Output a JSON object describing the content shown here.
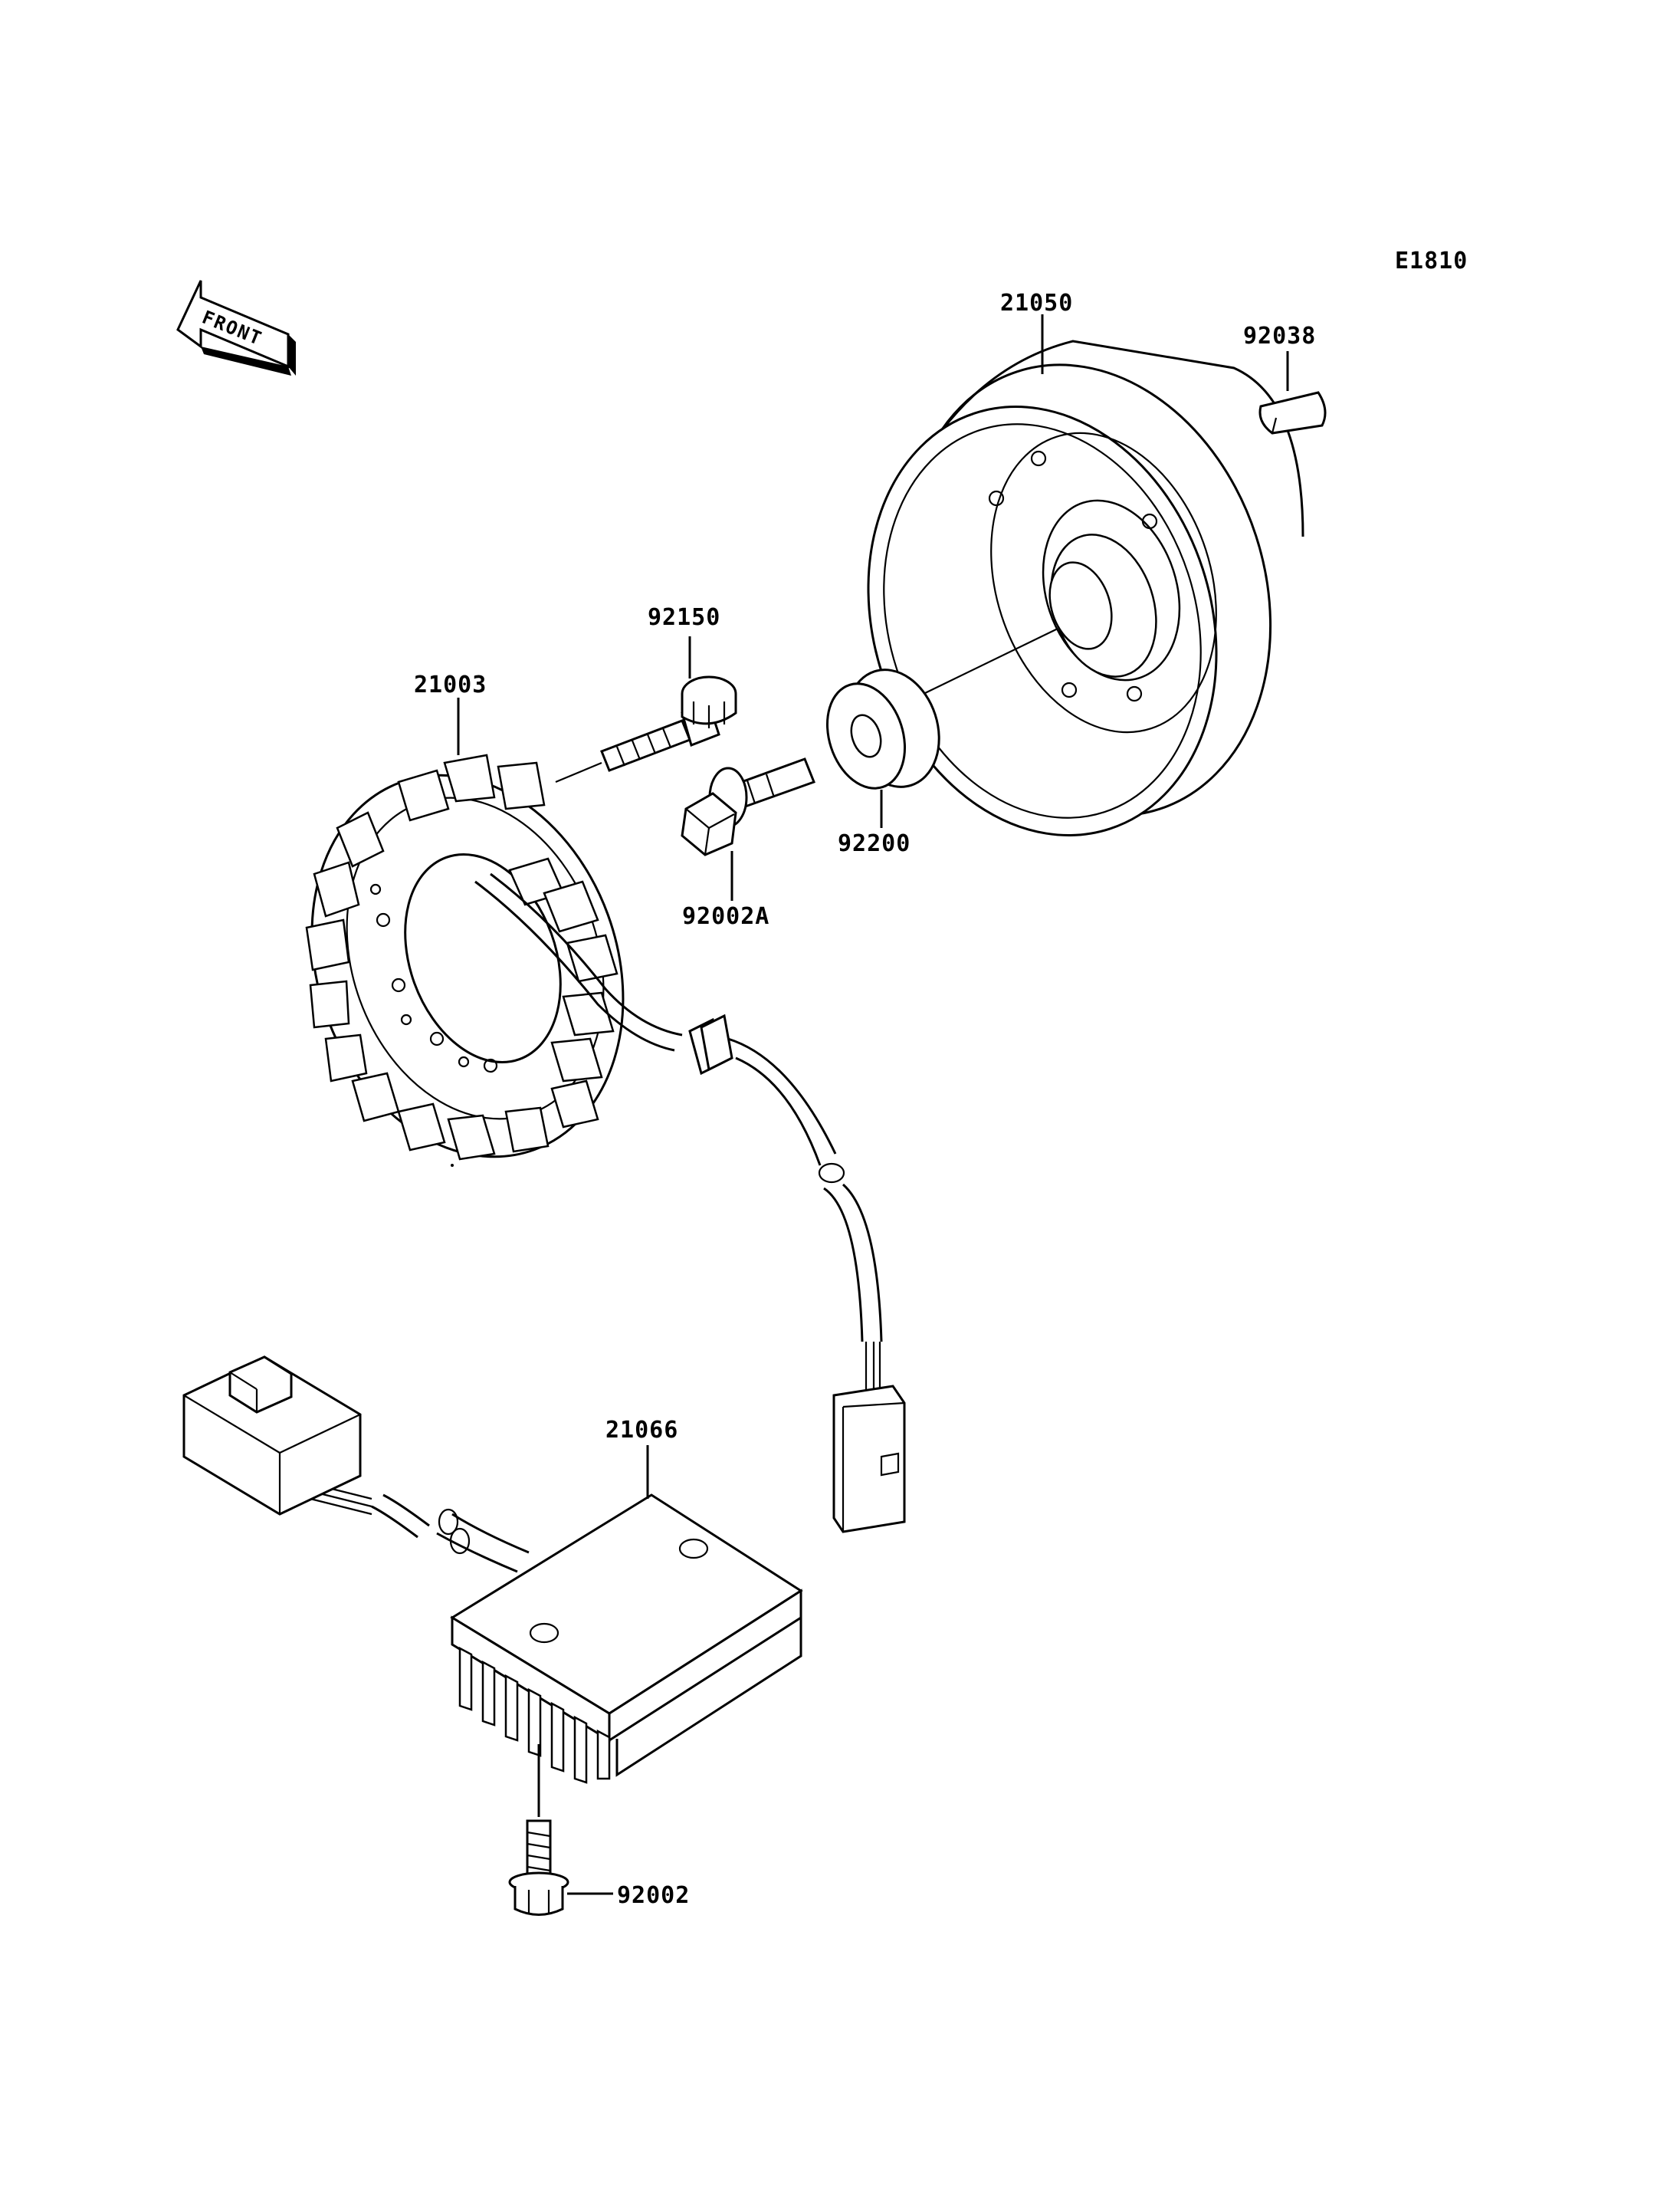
{
  "diagram_code": "E1810",
  "front_arrow_label": "FRONT",
  "parts": [
    {
      "id": "stator",
      "number": "21003"
    },
    {
      "id": "flywheel",
      "number": "21050"
    },
    {
      "id": "woodruff-key",
      "number": "92038"
    },
    {
      "id": "stator-bolt",
      "number": "92150"
    },
    {
      "id": "flywheel-bolt",
      "number": "92002A"
    },
    {
      "id": "washer",
      "number": "92200"
    },
    {
      "id": "regulator",
      "number": "21066"
    },
    {
      "id": "regulator-bolt",
      "number": "92002"
    }
  ]
}
